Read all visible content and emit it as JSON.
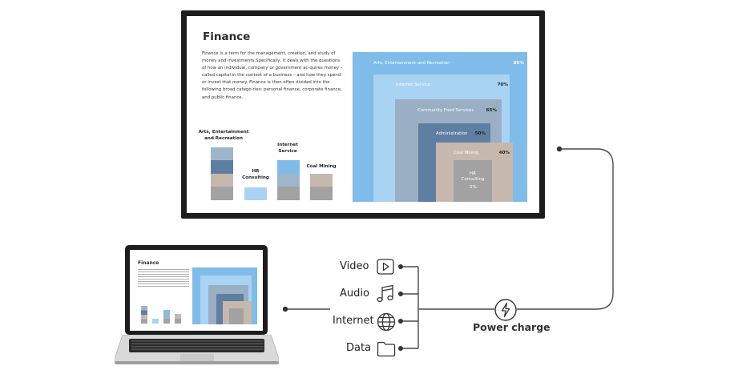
{
  "screen": {
    "title": "Finance",
    "paragraph": "Finance is a term for the management, creation, and study of money and investments.Specifically, it deals with the questions of how an individual, company or government ac-quires money – called capital in the context of a business – and how they spend or invest that money. Finance is then often divided into the following broad catego-ries: personal finance, corporate finance, and public finance.",
    "bar_labels": {
      "arts": "Arts, Entertainment and Recreation",
      "hr": "HR Consulting",
      "internet": "Internet Service",
      "coal": "Coal Mining"
    },
    "nested": [
      {
        "label": "Arts, Entertainment and Recreation",
        "pct": "85%",
        "color": "#7fbce9"
      },
      {
        "label": "Internet Service",
        "pct": "70%",
        "color": "#a9d3f2"
      },
      {
        "label": "Community Food Services",
        "pct": "65%",
        "color": "#9aaec4"
      },
      {
        "label": "Administration",
        "pct": "50%",
        "color": "#5e7fa2"
      },
      {
        "label": "Coal Mining",
        "pct": "40%",
        "color": "#c6b8ac"
      },
      {
        "label": "HR Consulting",
        "pct": "5%",
        "color": "#a2a2a2"
      }
    ]
  },
  "connections": {
    "video": "Video",
    "audio": "Audio",
    "internet": "Internet",
    "data": "Data",
    "power": "Power charge"
  },
  "icons": {
    "video": "play-icon",
    "audio": "music-note-icon",
    "internet": "globe-icon",
    "data": "folder-icon",
    "power": "lightning-icon"
  },
  "colors": {
    "monitor_frame": "#1c1c1c",
    "line": "#4a4a4a"
  }
}
